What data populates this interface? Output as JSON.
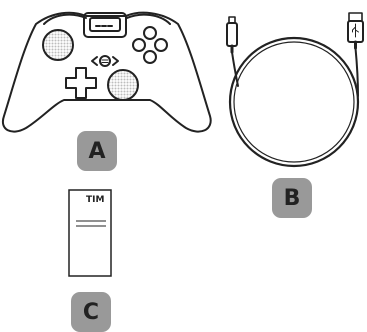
{
  "labels": {
    "a": "A",
    "b": "B",
    "c": "C"
  },
  "manual": {
    "brand": "TIM"
  },
  "items": {
    "a": "gamepad-controller",
    "b": "usb-cable",
    "c": "instruction-booklet"
  },
  "colors": {
    "badge_fill": "#999999",
    "badge_text": "#222222",
    "line": "#222222",
    "thumbstick": "#cccccc"
  }
}
